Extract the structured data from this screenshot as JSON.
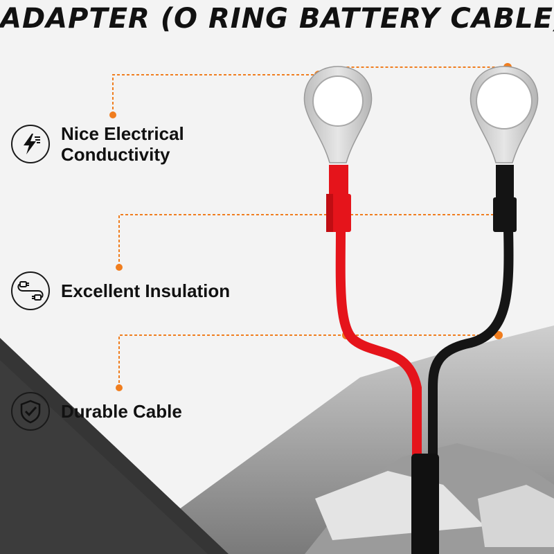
{
  "title": "ADAPTER (O RING BATTERY CABLE)",
  "features": [
    {
      "line1": "Nice Electrical",
      "line2": "Conductivity",
      "icon": "lightning-icon"
    },
    {
      "line1": "Excellent Insulation",
      "line2": "",
      "icon": "plug-cable-icon"
    },
    {
      "line1": "Durable Cable",
      "line2": "",
      "icon": "shield-check-icon"
    }
  ],
  "colors": {
    "accent": "#f07d1e",
    "red_cable": "#e5141b",
    "black_cable": "#141414",
    "dark_panel": "#3a3a3a"
  }
}
